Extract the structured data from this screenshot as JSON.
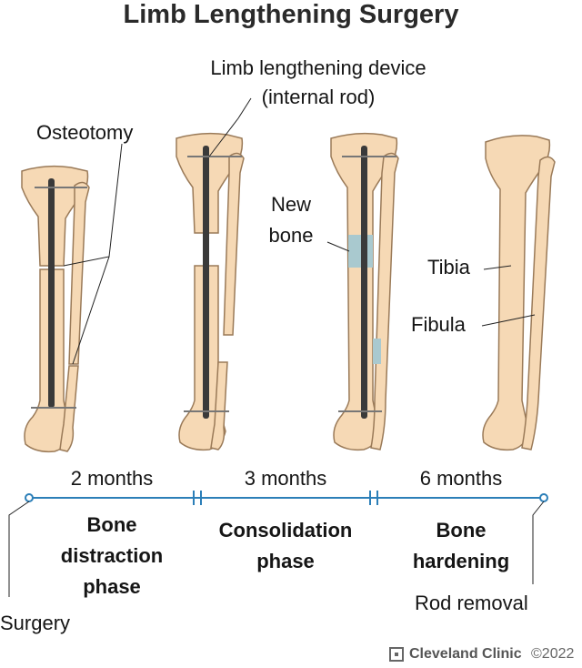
{
  "title": "Limb Lengthening Surgery",
  "labels": {
    "device_line1": "Limb lengthening device",
    "device_line2": "(internal rod)",
    "osteotomy": "Osteotomy",
    "new_bone_line1": "New",
    "new_bone_line2": "bone",
    "tibia": "Tibia",
    "fibula": "Fibula"
  },
  "timeline": {
    "durations": [
      "2 months",
      "3 months",
      "6 months"
    ],
    "phases": [
      {
        "line1": "Bone",
        "line2": "distraction",
        "line3": "phase"
      },
      {
        "line1": "Consolidation",
        "line2": "phase"
      },
      {
        "line1": "Bone",
        "line2": "hardening"
      }
    ],
    "start_event": "Surgery",
    "end_event": "Rod removal"
  },
  "colors": {
    "bone_fill": "#f6d9b5",
    "bone_stroke": "#9a7a58",
    "rod": "#3a3a3a",
    "new_bone": "#a9c9cf",
    "timeline": "#2c7fb8"
  },
  "footer": {
    "brand": "Cleveland Clinic",
    "copyright": "©2022",
    "brand_icon": "cleveland-clinic-logo-icon"
  }
}
